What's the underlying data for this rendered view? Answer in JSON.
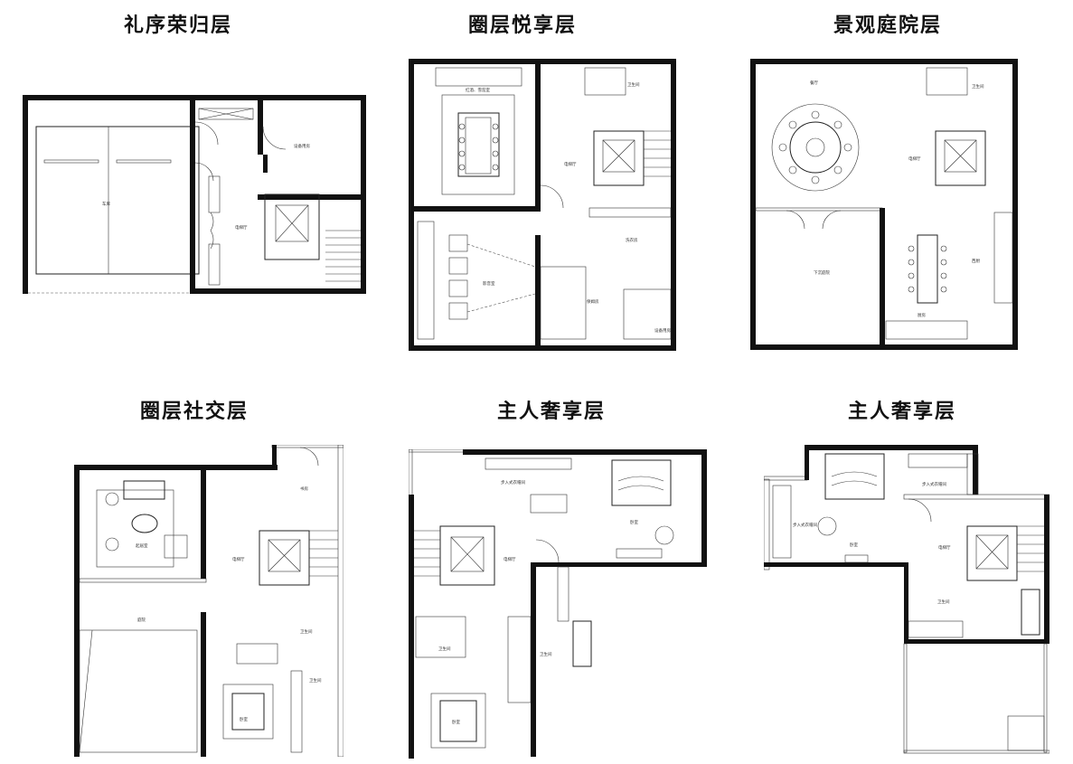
{
  "floors": [
    {
      "title": "礼序荣归层",
      "rooms": [
        "车库",
        "电梯厅",
        "设备用房"
      ]
    },
    {
      "title": "圈层悦享层",
      "rooms": [
        "红酒、雪茄室",
        "电梯厅",
        "卫生间",
        "影音室",
        "洗衣房",
        "保姆房",
        "设备用房"
      ]
    },
    {
      "title": "景观庭院层",
      "rooms": [
        "餐厅",
        "电梯厅",
        "卫生间",
        "下沉庭院",
        "厨房",
        "西厨"
      ]
    },
    {
      "title": "圈层社交层",
      "rooms": [
        "起居室",
        "电梯厅",
        "书房",
        "庭院",
        "卫生间",
        "卫生间",
        "卧室"
      ]
    },
    {
      "title": "主人奢享层",
      "rooms": [
        "步入式衣帽间",
        "卧室",
        "电梯厅",
        "卫生间",
        "卫生间",
        "卧室"
      ]
    },
    {
      "title": "主人奢享层",
      "rooms": [
        "步入式衣帽间",
        "卧室",
        "步入式衣帽间",
        "电梯厅",
        "卫生间"
      ]
    }
  ]
}
